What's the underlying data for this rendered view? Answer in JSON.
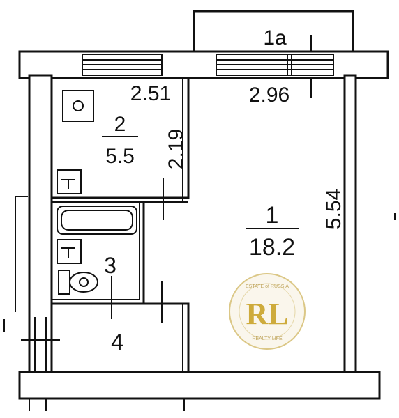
{
  "rooms": [
    {
      "number": "1a",
      "area": ""
    },
    {
      "number": "2",
      "area": "5.5"
    },
    {
      "number": "1",
      "area": "18.2"
    },
    {
      "number": "3",
      "area": ""
    },
    {
      "number": "4",
      "area": ""
    }
  ],
  "dimensions": {
    "kitchen_width": "2.51",
    "kitchen_depth": "2.19",
    "room_width": "2.96",
    "room_length": "5.54"
  },
  "logo": {
    "initials": "RL",
    "ring_top": "ESTATE of RUSSIA",
    "ring_bottom": "REALTY LIFE",
    "color": "#c9a227"
  },
  "colors": {
    "line": "#111111",
    "background": "#ffffff"
  }
}
